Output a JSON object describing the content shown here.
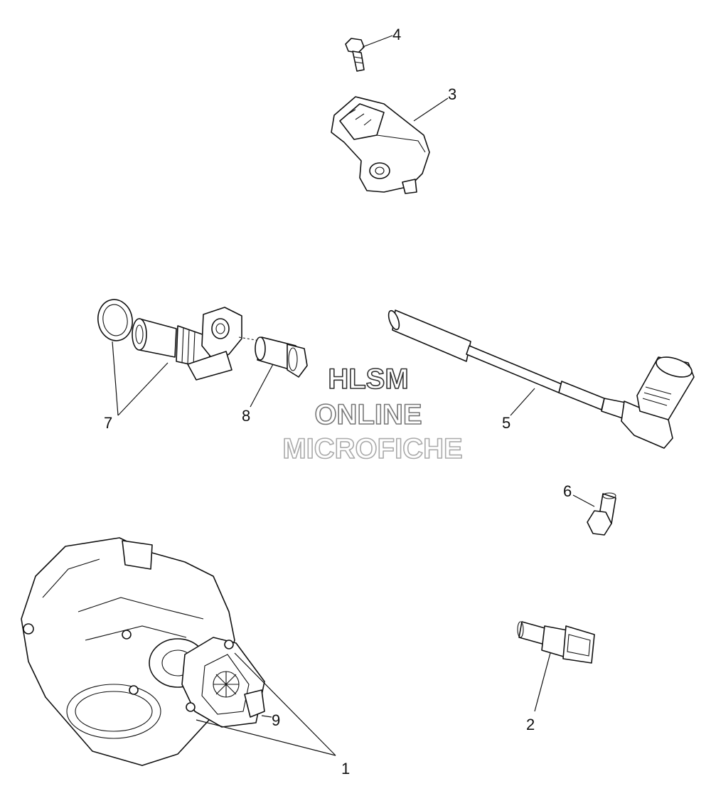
{
  "callouts": {
    "c1": "1",
    "c2": "2",
    "c3": "3",
    "c4": "4",
    "c5": "5",
    "c6": "6",
    "c7": "7",
    "c8": "8",
    "c9": "9"
  },
  "watermark": {
    "line1": "HLSM",
    "line2": "ONLINE",
    "line3": "MICROFICHE"
  }
}
